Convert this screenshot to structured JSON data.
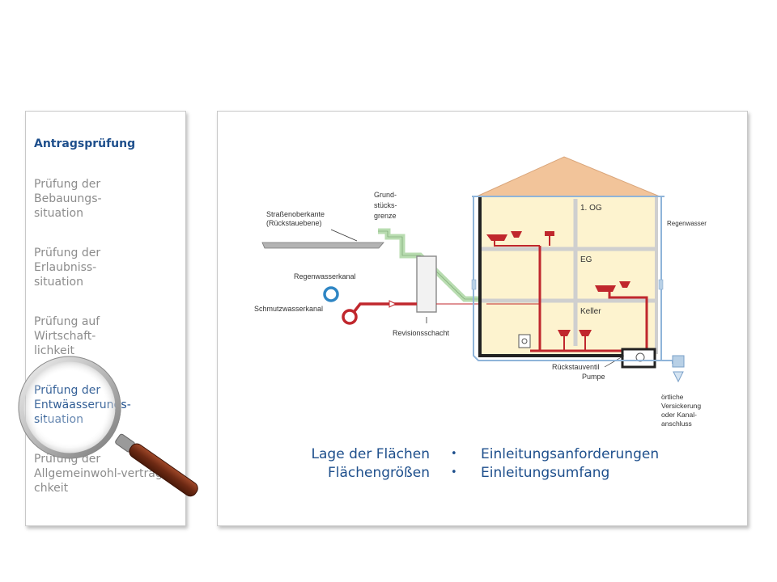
{
  "sidebar": {
    "items": [
      {
        "label": "Antragsprüfung"
      },
      {
        "label": "Prüfung der\nBebauungs-\nsituation"
      },
      {
        "label": "Prüfung der\nErlaubniss-\nsituation"
      },
      {
        "label": "Prüfung auf\nWirtschaft-\nlichkeit"
      },
      {
        "label": "Prüfung der\nEntwäasserungs-\nsituation"
      },
      {
        "label": "Prüfung der\nAllgemeinwohl-vertrag\nchkeit"
      }
    ]
  },
  "diagram": {
    "labels": {
      "road": "Straßenoberkante",
      "road_sub": "(Rückstauebene)",
      "boundary1": "Grund-",
      "boundary2": "stücks-",
      "boundary3": "grenze",
      "rain_sewer": "Regenwasserkanal",
      "waste_sewer": "Schmutzwasserkanal",
      "inspection": "Revisionsschacht",
      "floor_og": "1. OG",
      "floor_eg": "EG",
      "floor_keller": "Keller",
      "rainwater": "Regenwasser",
      "valve": "Rückstauventil",
      "pump": "Pumpe",
      "infiltration1": "örtliche",
      "infiltration2": "Versickerung",
      "infiltration3": "oder Kanal-",
      "infiltration4": "anschluss"
    },
    "colors": {
      "roof": "#f2c49a",
      "floor": "#fdf3cf",
      "waste_pipe": "#c0272d",
      "rain_pipe": "#8fb4d9",
      "green_pipe": "#b8dcb0",
      "accent": "#1e4f8c"
    }
  },
  "bullets": {
    "left": [
      "Lage der Flächen",
      "Flächengrößen"
    ],
    "right": [
      "Einleitungsanforderungen",
      "Einleitungsumfang"
    ],
    "separator": "•"
  }
}
